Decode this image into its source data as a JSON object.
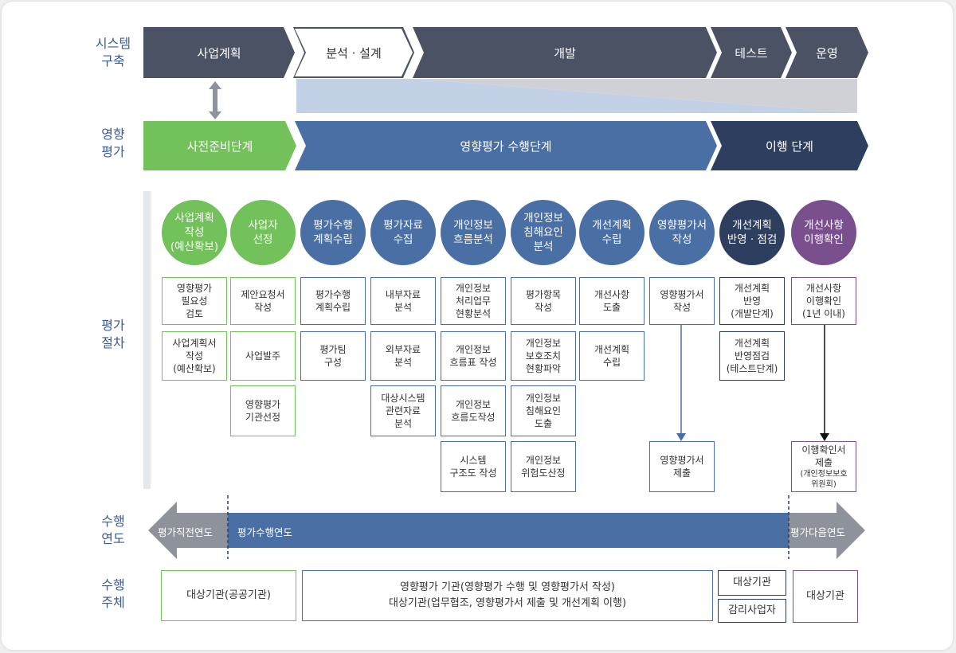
{
  "row_labels": {
    "system": "시스템\n구축",
    "assessment": "영향\n평가",
    "procedure": "평가\n절차",
    "year": "수행\n연도",
    "actor": "수행\n주체"
  },
  "system_stages": [
    "사업계획",
    "분석 · 설계",
    "개발",
    "테스트",
    "운영"
  ],
  "assessment_stages": [
    "사전준비단계",
    "영향평가 수행단계",
    "이행 단계"
  ],
  "steps": [
    {
      "title": "사업계획\n작성\n(예산확보)",
      "color": "#72c15a",
      "tasks": [
        "영향평가\n필요성\n검토",
        "사업계획서\n작성\n(예산확보)"
      ]
    },
    {
      "title": "사업자\n선정",
      "color": "#72c15a",
      "tasks": [
        "제안요청서\n작성",
        "사업발주",
        "영향평가\n기관선정"
      ]
    },
    {
      "title": "평가수행\n계획수립",
      "color": "#4a6fa5",
      "tasks": [
        "평가수행\n계획수립",
        "평가팀\n구성"
      ]
    },
    {
      "title": "평가자료\n수집",
      "color": "#4a6fa5",
      "tasks": [
        "내부자료\n분석",
        "외부자료\n분석",
        "대상시스템\n관련자료\n분석"
      ]
    },
    {
      "title": "개인정보\n흐름분석",
      "color": "#4a6fa5",
      "tasks": [
        "개인정보\n처리업무\n현황분석",
        "개인정보\n흐름표 작성",
        "개인정보\n흐름도작성",
        "시스템\n구조도 작성"
      ]
    },
    {
      "title": "개인정보\n침해요인\n분석",
      "color": "#4a6fa5",
      "tasks": [
        "평가항목\n작성",
        "개인정보\n보호조치\n현황파악",
        "개인정보\n침해요인\n도출",
        "개인정보\n위험도산정"
      ]
    },
    {
      "title": "개선계획\n수립",
      "color": "#4a6fa5",
      "tasks": [
        "개선사항\n도출",
        "개선계획\n수립"
      ]
    },
    {
      "title": "영향평가서\n작성",
      "color": "#4a6fa5",
      "tasks": [
        "영향평가서\n작성",
        "영향평가서\n제출"
      ]
    },
    {
      "title": "개선계획\n반영 · 점검",
      "color": "#2d3e5f",
      "tasks": [
        "개선계획\n반영\n(개발단계)",
        "개선계획\n반영점검\n(테스트단계)"
      ]
    },
    {
      "title": "개선사항\n이행확인",
      "color": "#7a4f8e",
      "tasks": [
        "개선사항\n이행확인\n(1년 이내)",
        "이행확인서\n제출",
        "(개인정보보호\n위원회)"
      ]
    }
  ],
  "years": {
    "prev": "평가직전연도",
    "current": "평가수행연도",
    "next": "평가다음연도"
  },
  "actors": {
    "a1": "대상기관(공공기관)",
    "a2_line1": "영향평가 기관(영향평가 수행 및 영향평가서 작성)",
    "a2_line2": "대상기관(업무협조, 영향평가서 제출 및 개선계획 이행)",
    "a3": "대상기관",
    "a4": "감리사업자",
    "a5": "대상기관"
  },
  "colors": {
    "system_dark": "#4b5263",
    "green": "#72c15a",
    "blue": "#4a6fa5",
    "navy": "#2d3e5f",
    "purple": "#7a4f8e",
    "gray": "#8e939b"
  }
}
